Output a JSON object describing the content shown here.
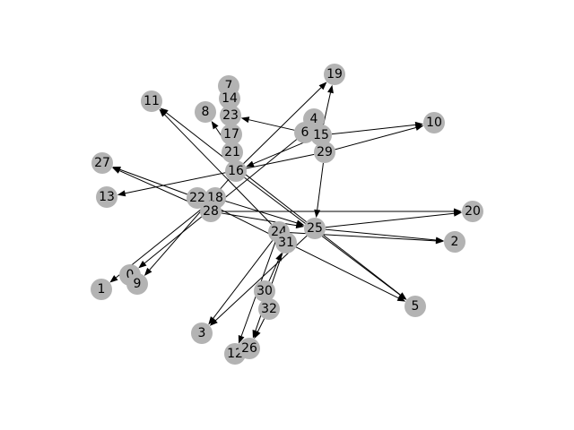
{
  "graph": {
    "directed": true,
    "node_color": "#b3b3b3",
    "edge_color": "#000000",
    "nodes": [
      {
        "id": "0"
      },
      {
        "id": "1"
      },
      {
        "id": "2"
      },
      {
        "id": "3"
      },
      {
        "id": "4"
      },
      {
        "id": "5"
      },
      {
        "id": "6"
      },
      {
        "id": "7"
      },
      {
        "id": "8"
      },
      {
        "id": "9"
      },
      {
        "id": "10"
      },
      {
        "id": "11"
      },
      {
        "id": "12"
      },
      {
        "id": "13"
      },
      {
        "id": "14"
      },
      {
        "id": "15"
      },
      {
        "id": "16"
      },
      {
        "id": "17"
      },
      {
        "id": "18"
      },
      {
        "id": "19"
      },
      {
        "id": "20"
      },
      {
        "id": "21"
      },
      {
        "id": "22"
      },
      {
        "id": "23"
      },
      {
        "id": "24"
      },
      {
        "id": "25"
      },
      {
        "id": "26"
      },
      {
        "id": "27"
      },
      {
        "id": "28"
      },
      {
        "id": "29"
      },
      {
        "id": "30"
      },
      {
        "id": "31"
      },
      {
        "id": "32"
      }
    ],
    "edges": [
      {
        "source": "15",
        "target": "19"
      },
      {
        "source": "15",
        "target": "10"
      },
      {
        "source": "15",
        "target": "16"
      },
      {
        "source": "29",
        "target": "25"
      },
      {
        "source": "29",
        "target": "13"
      },
      {
        "source": "29",
        "target": "10"
      },
      {
        "source": "6",
        "target": "0"
      },
      {
        "source": "6",
        "target": "23"
      },
      {
        "source": "16",
        "target": "19"
      },
      {
        "source": "16",
        "target": "5"
      },
      {
        "source": "16",
        "target": "9"
      },
      {
        "source": "21",
        "target": "8"
      },
      {
        "source": "24",
        "target": "11"
      },
      {
        "source": "24",
        "target": "3"
      },
      {
        "source": "24",
        "target": "12"
      },
      {
        "source": "24",
        "target": "2"
      },
      {
        "source": "22",
        "target": "27"
      },
      {
        "source": "22",
        "target": "5"
      },
      {
        "source": "28",
        "target": "27"
      },
      {
        "source": "28",
        "target": "25"
      },
      {
        "source": "28",
        "target": "20"
      },
      {
        "source": "18",
        "target": "1"
      },
      {
        "source": "18",
        "target": "25"
      },
      {
        "source": "25",
        "target": "11"
      },
      {
        "source": "25",
        "target": "3"
      },
      {
        "source": "25",
        "target": "20"
      },
      {
        "source": "25",
        "target": "2"
      },
      {
        "source": "25",
        "target": "5"
      },
      {
        "source": "30",
        "target": "31"
      },
      {
        "source": "32",
        "target": "26"
      },
      {
        "source": "31",
        "target": "26"
      }
    ]
  }
}
